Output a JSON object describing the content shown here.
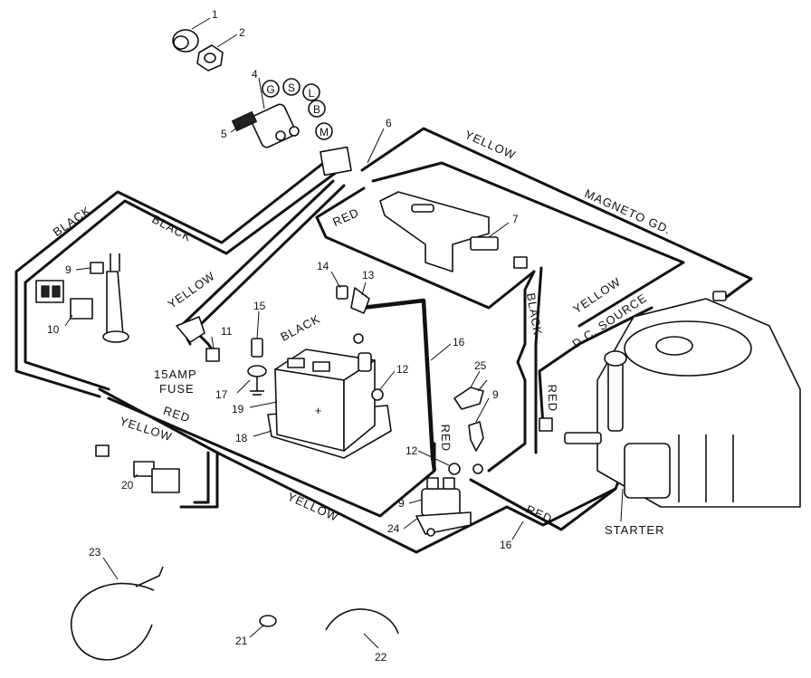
{
  "wire_labels": {
    "yellow_top": "YELLOW",
    "magneto": "MAGNETO GD.",
    "black_left": "BLACK",
    "black_mid": "BLACK",
    "red_top": "RED",
    "yellow_left": "YELLOW",
    "black_battery": "BLACK",
    "black_right": "BLACK",
    "yellow_right": "YELLOW",
    "dc_source": "D.C. SOURCE",
    "red_right": "RED",
    "red_left": "RED",
    "yellow_bottom_left": "YELLOW",
    "yellow_bottom": "YELLOW",
    "red_solenoid": "RED",
    "red_bottom": "RED"
  },
  "component_labels": {
    "fuse_line1": "15AMP",
    "fuse_line2": "FUSE",
    "starter": "STARTER"
  },
  "switch_terminals": [
    "G",
    "S",
    "L",
    "B",
    "M"
  ],
  "battery_sign": "+",
  "callouts": {
    "n1": "1",
    "n2": "2",
    "n4": "4",
    "n5": "5",
    "n6": "6",
    "n7": "7",
    "n9a": "9",
    "n9b": "9",
    "n9c": "9",
    "n10": "10",
    "n11": "11",
    "n12a": "12",
    "n12b": "12",
    "n13": "13",
    "n14": "14",
    "n15": "15",
    "n16a": "16",
    "n16b": "16",
    "n17": "17",
    "n18": "18",
    "n19": "19",
    "n20": "20",
    "n21": "21",
    "n22": "22",
    "n23": "23",
    "n24": "24",
    "n25": "25"
  }
}
